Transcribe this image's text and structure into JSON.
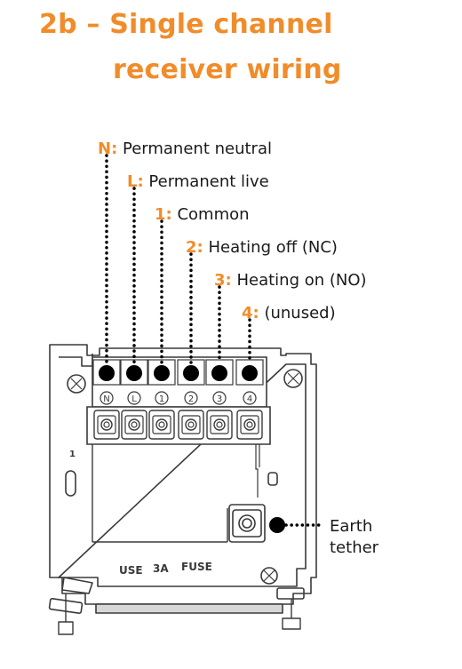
{
  "title": {
    "line1": "2b – Single channel",
    "line2": "receiver wiring"
  },
  "terminals": [
    {
      "key": "N:",
      "desc": "Permanent neutral",
      "marking": "N"
    },
    {
      "key": "L:",
      "desc": "Permanent live",
      "marking": "L"
    },
    {
      "key": "1:",
      "desc": "Common",
      "marking": "1"
    },
    {
      "key": "2:",
      "desc": "Heating off (NC)",
      "marking": "2"
    },
    {
      "key": "3:",
      "desc": "Heating on (NO)",
      "marking": "3"
    },
    {
      "key": "4:",
      "desc": "(unused)",
      "marking": "4"
    }
  ],
  "earth": {
    "line1": "Earth",
    "line2": "tether"
  },
  "plate_text": {
    "side_number": "1",
    "use": "USE",
    "rating": "3A",
    "fuse": "FUSE"
  },
  "colors": {
    "accent": "#f08c2a",
    "line": "#2a2a2a",
    "plate": "#ffffff",
    "outline": "#3a3a3a"
  }
}
